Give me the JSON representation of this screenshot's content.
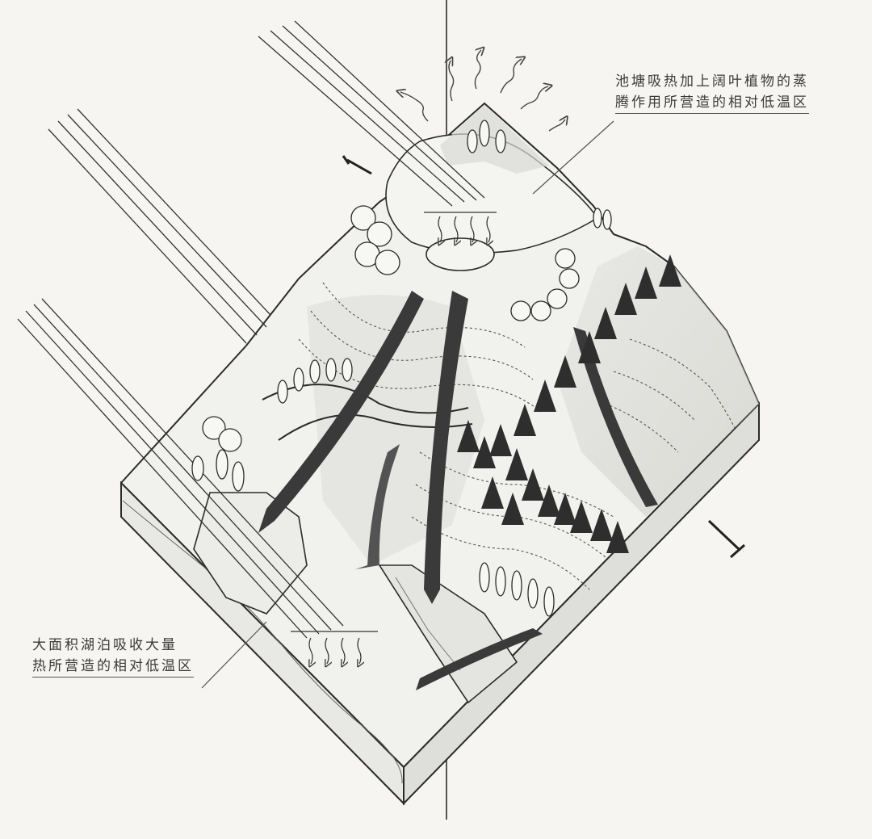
{
  "annotations": {
    "pond": {
      "line1": "池塘吸热加上阔叶植物的蒸",
      "line2": "腾作用所营造的相对低温区"
    },
    "lake": {
      "line1": "大面积湖泊吸收大量",
      "line2": "热所营造的相对低温区"
    }
  },
  "colors": {
    "ink": "#2b2b2b",
    "paper": "#f6f5f1",
    "shade": "#dcdcd8",
    "water": "#e7e7e4"
  },
  "icons": [
    "sun-ray-lines",
    "wavy-heat-arrow",
    "airflow-arrow",
    "conifer-tree",
    "deciduous-tree",
    "section-marker"
  ]
}
